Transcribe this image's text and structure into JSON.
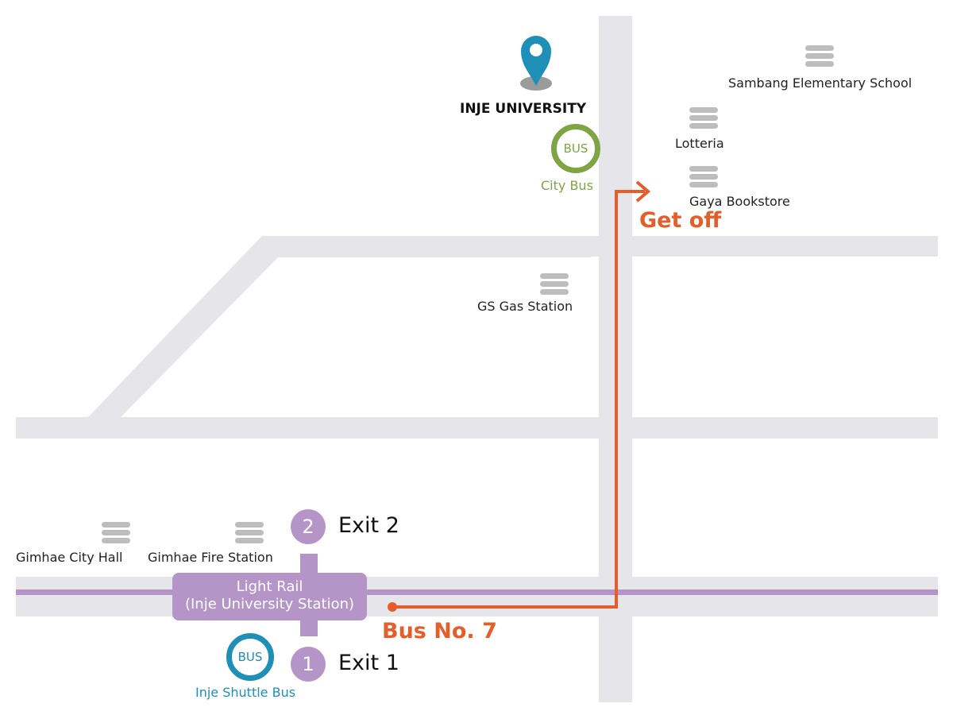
{
  "map": {
    "university": "INJE UNIVERSITY",
    "city_bus": {
      "badge": "BUS",
      "label": "City Bus",
      "color": "#7FA442"
    },
    "shuttle_bus": {
      "badge": "BUS",
      "label": "Inje Shuttle Bus",
      "color": "#1E8FB7"
    },
    "station": {
      "line1": "Light Rail",
      "line2": "(Inje University Station)",
      "color": "#B595C8"
    },
    "exits": [
      {
        "number": "2",
        "label": "Exit 2"
      },
      {
        "number": "1",
        "label": "Exit 1"
      }
    ],
    "route": {
      "bus_label": "Bus No. 7",
      "get_off_label": "Get off",
      "color": "#E45E2B"
    },
    "landmarks": {
      "sambang": "Sambang Elementary School",
      "lotteria": "Lotteria",
      "gaya": "Gaya Bookstore",
      "gs": "GS Gas Station",
      "city_hall": "Gimhae City Hall",
      "fire_station": "Gimhae Fire Station"
    },
    "colors": {
      "road": "#E6E6EA",
      "landmark_icon": "#BDBDBD",
      "pin": "#1E8FB7"
    }
  }
}
